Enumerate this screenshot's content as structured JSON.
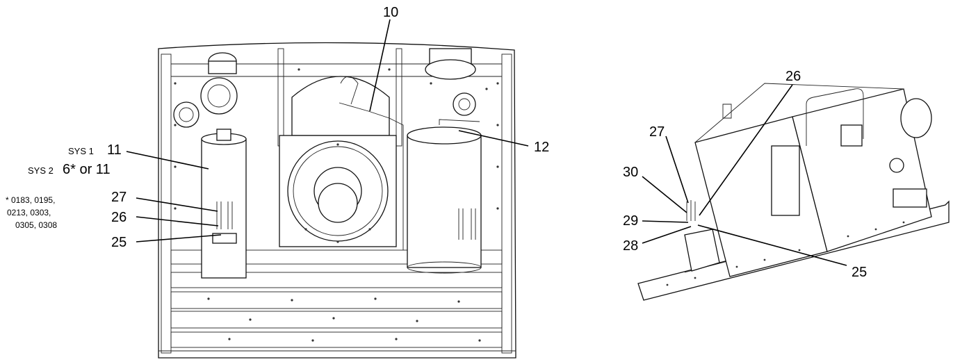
{
  "left_view": {
    "callouts": {
      "c10": "10",
      "c11": "11",
      "c12": "12",
      "c27": "27",
      "c26": "26",
      "c25": "25"
    },
    "sys1_label": "SYS 1",
    "sys2_label": "SYS 2",
    "sys2_value": "6* or 11",
    "footnote_lines": [
      "* 0183, 0195,",
      "0213,  0303,",
      "0305, 0308"
    ]
  },
  "right_view": {
    "callouts": {
      "c26": "26",
      "c27": "27",
      "c30": "30",
      "c29": "29",
      "c28": "28",
      "c25": "25"
    }
  }
}
